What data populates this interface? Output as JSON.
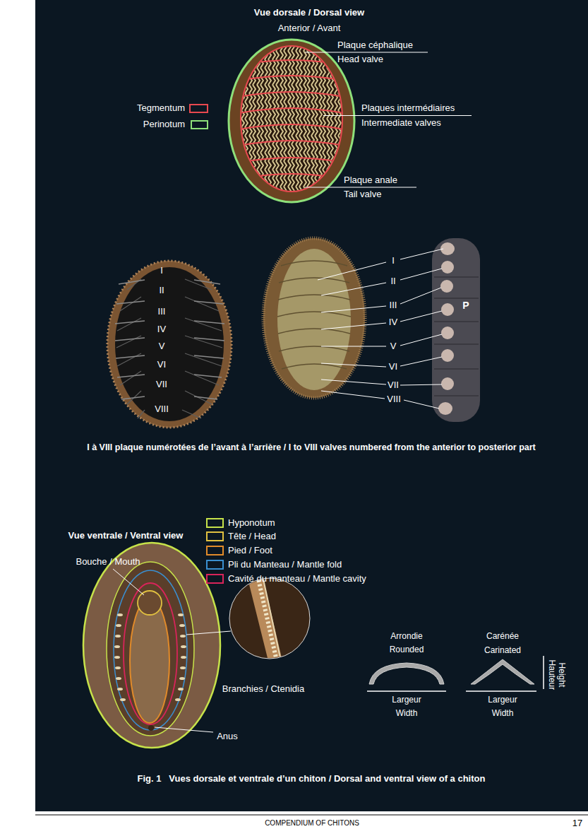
{
  "diagram": {
    "caption": "Fig. 1   Vues dorsale et ventrale d’un chiton / Dorsal and ventral view of a chiton",
    "labels": [
      "Vue dorsale / Dorsal view",
      "Anterior / Avant",
      "Plaque céphalique",
      "Head valve",
      "Plaques intermédiaires",
      "Intermediate valves",
      "Plaque anale",
      "Tail valve",
      "I",
      "II",
      "III",
      "IV",
      "V",
      "VI",
      "VII",
      "VIII",
      "I",
      "II",
      "III",
      "IV",
      "V",
      "VI",
      "VII",
      "VIII",
      "P",
      "I à VIII plaque numérotées de l’avant à l’arrière / I to VIII valves numbered from the anterior to posterior part",
      "Vue ventrale / Ventral view",
      "Bouche / Mouth",
      "Branchies / Ctenidia",
      "Anus",
      "Arrondie",
      "Rounded",
      "Largeur",
      "Width",
      "Carénée",
      "Carinated",
      "Largeur",
      "Width",
      "Height",
      "Hauteur",
      "COMPENDIUM OF CHITONS",
      "17"
    ],
    "legend": [
      {
        "text": "Tegmentum",
        "color": "#e8484f"
      },
      {
        "text": "Perinotum",
        "color": "#8ee07a"
      },
      {
        "text": "Hyponotum",
        "color": "#c6e24a"
      },
      {
        "text": "Tête / Head",
        "color": "#e0c040"
      },
      {
        "text": "Pied / Foot",
        "color": "#e08a2a"
      },
      {
        "text": "Pli du Manteau / Mantle fold",
        "color": "#3a8fd0"
      },
      {
        "text": "Cavité du manteau / Mantle cavity",
        "color": "#d8245a"
      }
    ]
  }
}
